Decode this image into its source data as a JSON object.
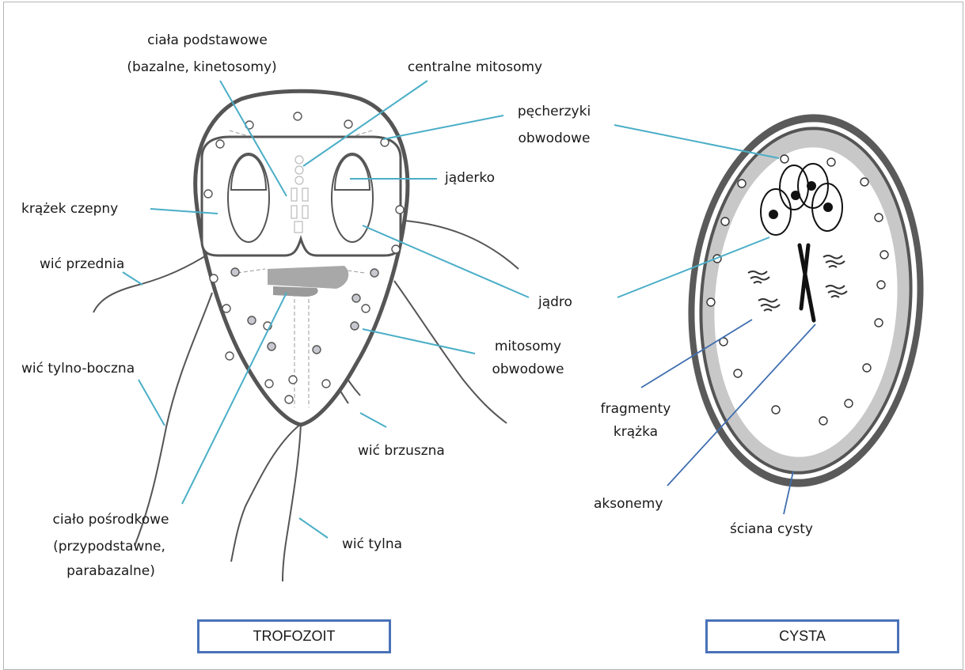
{
  "labels": {
    "ciala_podstawowe_1": "ciała podstawowe",
    "ciala_podstawowe_2": "(bazalne, kinetosomy)",
    "centralne_mitosomy": "centralne mitosomy",
    "pecherzyki_1": "pęcherzyki",
    "pecherzyki_2": "obwodowe",
    "jaderko": "jąderko",
    "krazek_czepny": "krążek czepny",
    "wic_przednia": "wić przednia",
    "jadro": "jądro",
    "mitosomy_1": "mitosomy",
    "mitosomy_2": "obwodowe",
    "wic_tylno_boczna": "wić tylno-boczna",
    "fragmenty_1": "fragmenty",
    "fragmenty_2": "krążka",
    "wic_brzuszna": "wić brzuszna",
    "aksonemy": "aksonemy",
    "sciana_cysty": "ściana cysty",
    "cialo_posrodkowe_1": "ciało pośrodkowe",
    "cialo_posrodkowe_2": "(przypodstawne,",
    "cialo_posrodkowe_3": "parabazalne)",
    "wic_tylna": "wić tylna"
  },
  "boxes": {
    "trofozoit": "TROFOZOIT",
    "cysta": "CYSTA"
  },
  "colors": {
    "leader_line": "#4aaec7",
    "leader_line_dark": "#3f6fb0",
    "box_border": "#4a72b8",
    "cell_outline": "#555555",
    "cyst_wall": "#5a5a5a"
  }
}
